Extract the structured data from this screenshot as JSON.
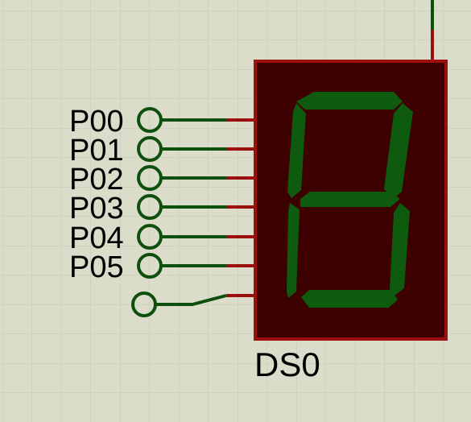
{
  "component": {
    "designator": "DS0",
    "type": "seven-segment-display"
  },
  "pins": [
    {
      "label": "P00"
    },
    {
      "label": "P01"
    },
    {
      "label": "P02"
    },
    {
      "label": "P03"
    },
    {
      "label": "P04"
    },
    {
      "label": "P05"
    },
    {
      "label": ""
    }
  ],
  "segments_lit": [
    "a",
    "b",
    "c",
    "d",
    "e",
    "f",
    "g"
  ],
  "colors": {
    "background": "#dcdccb",
    "grid": "#c6c6b5",
    "body": "#3d0000",
    "border": "#9b0f0f",
    "segment_on": "#0e5a0e",
    "wire": "#0d4f0d",
    "pin_stub": "#9b0f0f"
  }
}
